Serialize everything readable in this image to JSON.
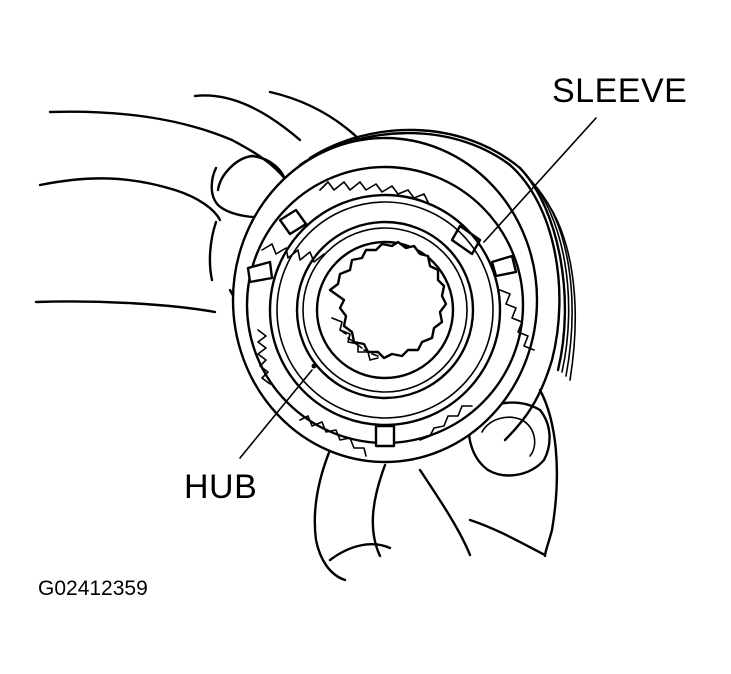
{
  "labels": {
    "sleeve": "SLEEVE",
    "hub": "HUB",
    "figure_code": "G02412359"
  },
  "colors": {
    "ink": "#000000",
    "background": "#ffffff"
  }
}
